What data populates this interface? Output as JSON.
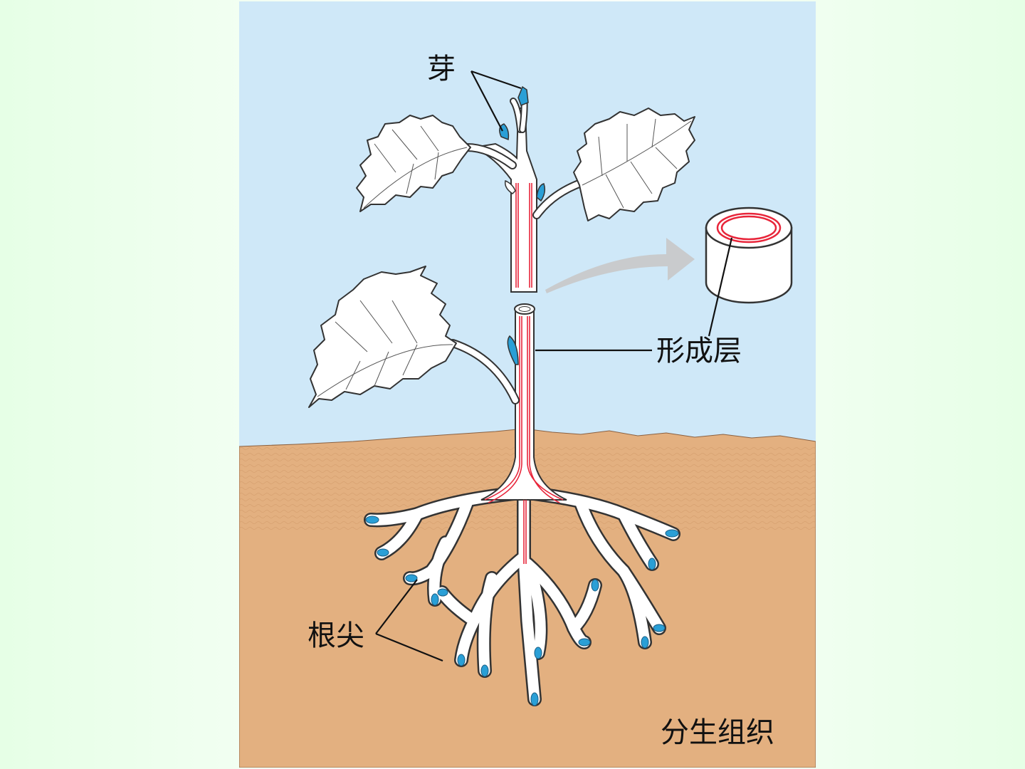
{
  "figure": {
    "title": "分生组织",
    "labels": {
      "bud": "芽",
      "cambium": "形成层",
      "root_tip": "根尖"
    },
    "colors": {
      "sky": "#cfe8f8",
      "soil": "#e3b080",
      "meristem_blue": "#2a9fd6",
      "cambium_red": "#e8253a",
      "plant_fill": "#ffffff",
      "outline": "#333333",
      "arrow": "#c8c8c8"
    },
    "icons": [
      "plant-illustration",
      "stem-cross-section",
      "arrow-icon"
    ]
  }
}
